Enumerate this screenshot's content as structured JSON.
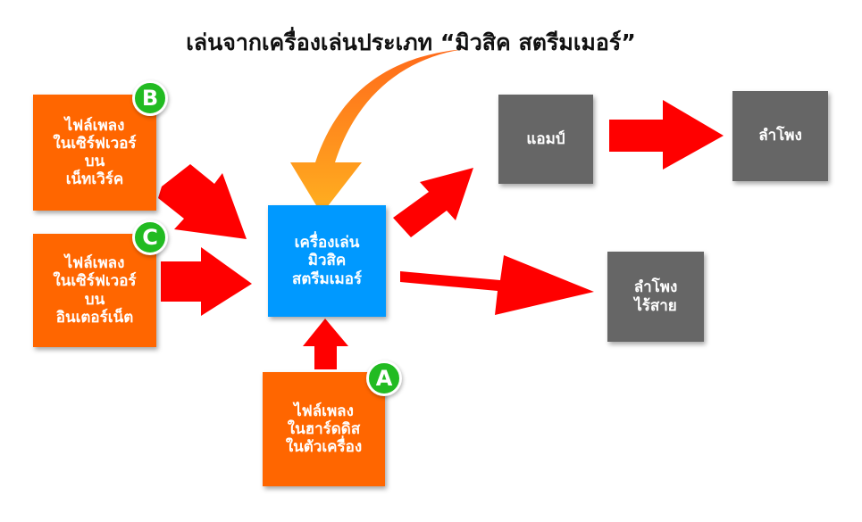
{
  "title": "เล่นจากเครื่องเล่นประเภท “มิวสิค สตรีมเมอร์”",
  "colors": {
    "orange_box": "#ff6600",
    "blue_box": "#0099ff",
    "gray_box": "#666666",
    "red_arrow": "#ff0000",
    "badge_green": "#22bb22",
    "curved_arrow_start": "#ff6a1a",
    "curved_arrow_end": "#ffb020"
  },
  "sources": {
    "b": {
      "badge": "B",
      "lines": [
        "ไฟล์เพลง",
        "ในเซิร์ฟเวอร์",
        "บน",
        "เน็ทเวิร์ค"
      ]
    },
    "c": {
      "badge": "C",
      "lines": [
        "ไฟล์เพลง",
        "ในเซิร์ฟเวอร์",
        "บน",
        "อินเตอร์เน็ต"
      ]
    },
    "a": {
      "badge": "A",
      "lines": [
        "ไฟล์เพลง",
        "ในฮาร์ดดิส",
        "ในตัวเครื่อง"
      ]
    }
  },
  "player": {
    "lines": [
      "เครื่องเล่น",
      "มิวสิค",
      "สตรีมเมอร์"
    ]
  },
  "amp": {
    "label": "แอมป์"
  },
  "speaker": {
    "label": "ลำโพง"
  },
  "wireless_speaker": {
    "lines": [
      "ลำโพง",
      "ไร้สาย"
    ]
  },
  "connections": [
    {
      "from": "source-b",
      "to": "player",
      "type": "arrow"
    },
    {
      "from": "source-c",
      "to": "player",
      "type": "arrow"
    },
    {
      "from": "source-a",
      "to": "player",
      "type": "arrow"
    },
    {
      "from": "player",
      "to": "amp",
      "type": "arrow"
    },
    {
      "from": "amp",
      "to": "speaker",
      "type": "arrow"
    },
    {
      "from": "player",
      "to": "wireless-speaker",
      "type": "arrow"
    },
    {
      "from": "title",
      "to": "player",
      "type": "curved-arrow"
    }
  ]
}
